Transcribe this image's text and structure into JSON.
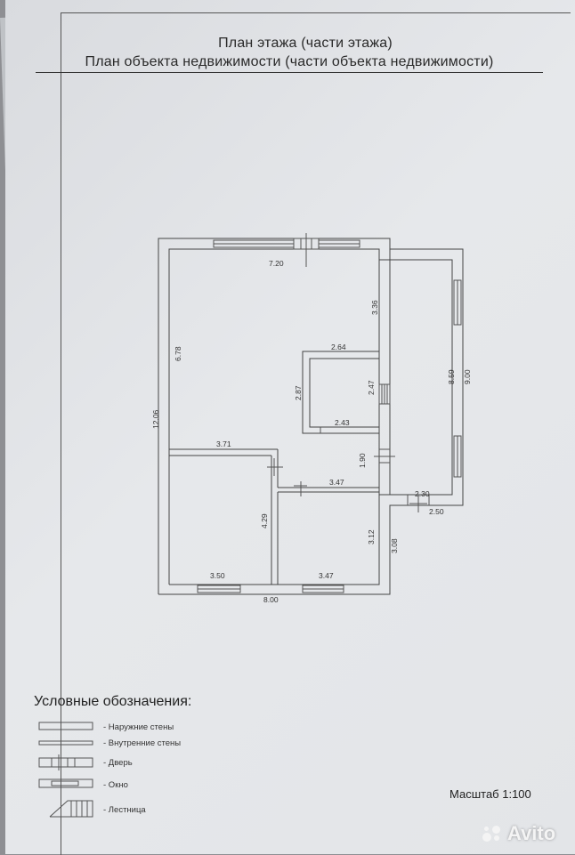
{
  "titles": {
    "line1": "План этажа (части этажа)",
    "line2": "План объекта недвижимости (части объекта недвижимости)"
  },
  "dimensions": {
    "top_wall": "7.20",
    "upper_inner": "3.36",
    "small_room_top": "2.64",
    "left_upper": "6.78",
    "small_room_left": "2.87",
    "small_room_right": "2.47",
    "small_room_bottom": "2.43",
    "overall_left": "12.06",
    "right_room_inner": "8.59",
    "right_room_outer": "9.00",
    "corridor_left": "3.71",
    "corridor_height": "1.90",
    "corridor_right": "3.47",
    "right_room_bottom_inner": "2.30",
    "right_room_bottom_outer": "2.50",
    "left_room_height": "4.29",
    "right_room2_height": "3.12",
    "right_outer_lower": "3.08",
    "bottom_left_room": "3.50",
    "bottom_right_room": "3.47",
    "bottom_overall": "8.00"
  },
  "legend": {
    "title": "Условные обозначения:",
    "items": [
      {
        "label": "- Наружние стены"
      },
      {
        "label": "- Внутренние стены"
      },
      {
        "label": "- Дверь"
      },
      {
        "label": "- Окно"
      },
      {
        "label": "- Лестница"
      }
    ]
  },
  "scale": "Масштаб 1:100",
  "watermark": "Avito"
}
